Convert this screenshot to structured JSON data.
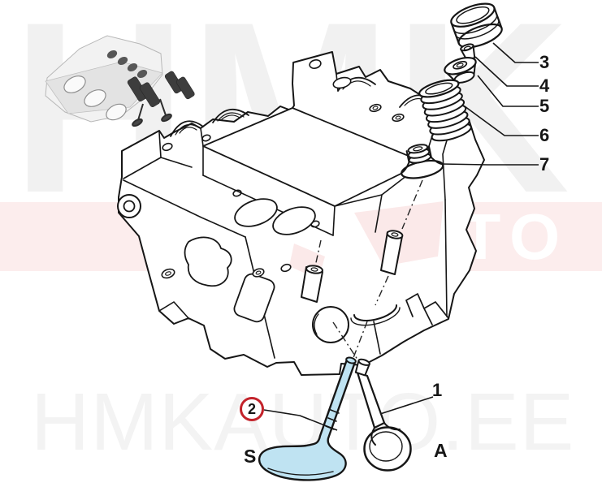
{
  "watermarks": {
    "top": "HMK",
    "band": "AUTO",
    "bottom": "HMKAUTO.EE"
  },
  "callouts": {
    "n1": "1",
    "n2": "2",
    "n3": "3",
    "n4": "4",
    "n5": "5",
    "n6": "6",
    "n7": "7",
    "s": "S",
    "a": "A"
  },
  "colors": {
    "line": "#161616",
    "valve_highlight_blue": "#bfe3f2",
    "callout_circle_red": "#c3232b",
    "watermark_gray": "#f1f1f1",
    "watermark_pink": "#fceded",
    "watermark_bottom_gray": "#f3f3f3"
  }
}
